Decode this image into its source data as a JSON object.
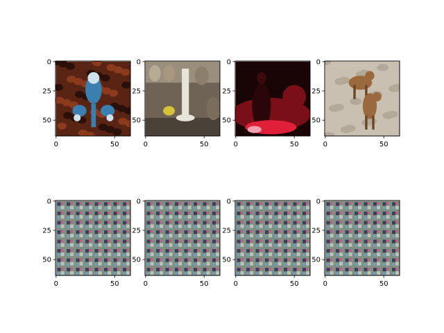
{
  "figure": {
    "background": "#ffffff"
  },
  "chart_data": [
    {
      "type": "image",
      "content": "blue crayfish on dark red-brown rock",
      "image_size": [
        64,
        64
      ],
      "xticks": [
        0,
        50
      ],
      "yticks": [
        0,
        25,
        50
      ],
      "xlim": [
        -0.5,
        63.5
      ],
      "ylim": [
        63.5,
        -0.5
      ],
      "palette": {
        "bg": "#5a2414",
        "bg2": "#8c3a1c",
        "accent": "#3a7fb0",
        "accent2": "#cfe3ef"
      }
    },
    {
      "type": "image",
      "content": "white pottery vase on a potter's wheel with yellow cup",
      "image_size": [
        64,
        64
      ],
      "xticks": [
        0,
        50
      ],
      "yticks": [
        0,
        25,
        50
      ],
      "xlim": [
        -0.5,
        63.5
      ],
      "ylim": [
        63.5,
        -0.5
      ],
      "palette": {
        "bg": "#6e6354",
        "bg2": "#9a8f7c",
        "accent": "#e8e4da",
        "accent2": "#d9c23a"
      }
    },
    {
      "type": "image",
      "content": "musician on stage lit in red",
      "image_size": [
        64,
        64
      ],
      "xticks": [
        0,
        50
      ],
      "yticks": [
        0,
        25,
        50
      ],
      "xlim": [
        -0.5,
        63.5
      ],
      "ylim": [
        63.5,
        -0.5
      ],
      "palette": {
        "bg": "#1a0506",
        "bg2": "#7a0f18",
        "accent": "#e02038",
        "accent2": "#f5a0b0"
      }
    },
    {
      "type": "image",
      "content": "two brown dogs on sandy ground",
      "image_size": [
        64,
        64
      ],
      "xticks": [
        0,
        50
      ],
      "yticks": [
        0,
        25,
        50
      ],
      "xlim": [
        -0.5,
        63.5
      ],
      "ylim": [
        63.5,
        -0.5
      ],
      "palette": {
        "bg": "#c9c0b2",
        "bg2": "#b3a998",
        "accent": "#9a6a3e",
        "accent2": "#6b4424"
      }
    },
    {
      "type": "image",
      "content": "repeating checkerboard noise pattern",
      "image_size": [
        64,
        64
      ],
      "xticks": [
        0,
        50
      ],
      "yticks": [
        0,
        25,
        50
      ],
      "xlim": [
        -0.5,
        63.5
      ],
      "ylim": [
        63.5,
        -0.5
      ],
      "palette": {
        "bg": "#7f8f84",
        "dark": "#3c3f5a",
        "light": "#b9c4b4",
        "accent": "#c65a8a",
        "accent2": "#6fa0c8"
      }
    },
    {
      "type": "image",
      "content": "repeating checkerboard noise pattern",
      "image_size": [
        64,
        64
      ],
      "xticks": [
        0,
        50
      ],
      "yticks": [
        0,
        25,
        50
      ],
      "xlim": [
        -0.5,
        63.5
      ],
      "ylim": [
        63.5,
        -0.5
      ],
      "palette": {
        "bg": "#7f8f84",
        "dark": "#3c3f5a",
        "light": "#b9c4b4",
        "accent": "#c65a8a",
        "accent2": "#6fa0c8"
      }
    },
    {
      "type": "image",
      "content": "repeating checkerboard noise pattern",
      "image_size": [
        64,
        64
      ],
      "xticks": [
        0,
        50
      ],
      "yticks": [
        0,
        25,
        50
      ],
      "xlim": [
        -0.5,
        63.5
      ],
      "ylim": [
        63.5,
        -0.5
      ],
      "palette": {
        "bg": "#7f8f84",
        "dark": "#3c3f5a",
        "light": "#b9c4b4",
        "accent": "#c65a8a",
        "accent2": "#6fa0c8"
      }
    },
    {
      "type": "image",
      "content": "repeating checkerboard noise pattern",
      "image_size": [
        64,
        64
      ],
      "xticks": [
        0,
        50
      ],
      "yticks": [
        0,
        25,
        50
      ],
      "xlim": [
        -0.5,
        63.5
      ],
      "ylim": [
        63.5,
        -0.5
      ],
      "palette": {
        "bg": "#7f8f84",
        "dark": "#3c3f5a",
        "light": "#b9c4b4",
        "accent": "#c65a8a",
        "accent2": "#6fa0c8"
      }
    }
  ]
}
